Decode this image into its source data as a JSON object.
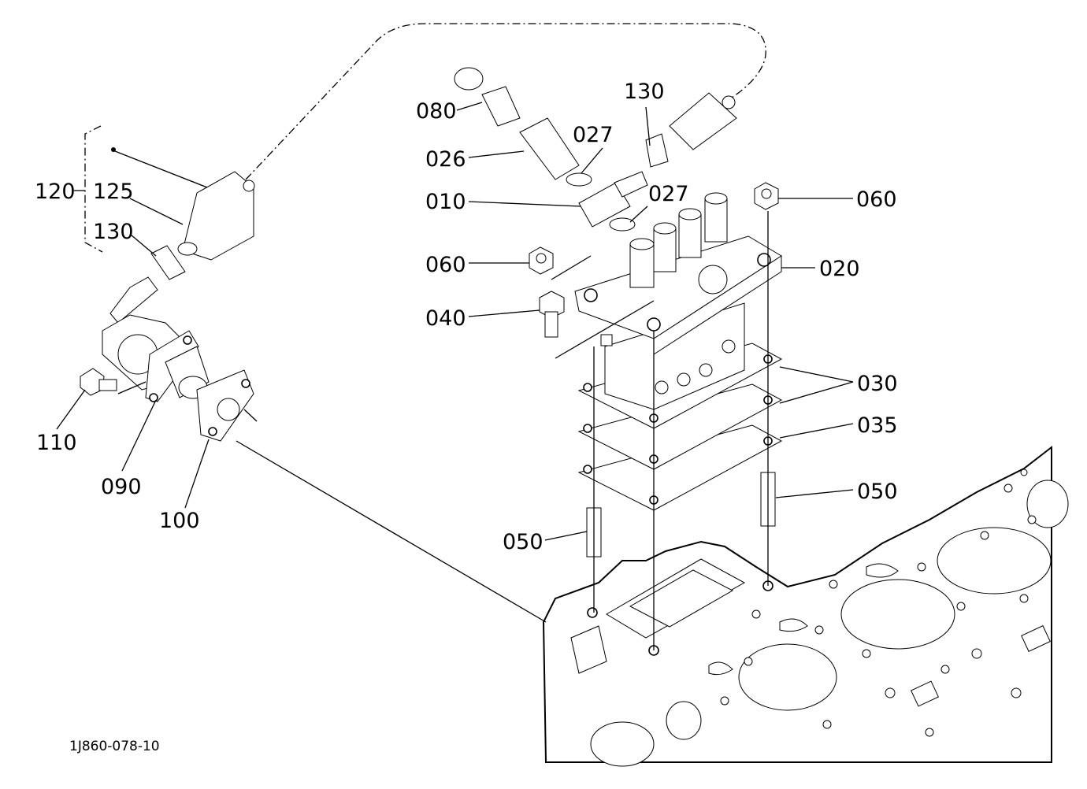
{
  "document_id": "1J860-078-10",
  "labels": {
    "p080": "080",
    "p130_top": "130",
    "p027_a": "027",
    "p026": "026",
    "p010": "010",
    "p027_b": "027",
    "p060_right": "060",
    "p060_left": "060",
    "p020": "020",
    "p040": "040",
    "p030": "030",
    "p035": "035",
    "p050_right": "050",
    "p050_left": "050",
    "p120": "120",
    "p125": "125",
    "p130_left": "130",
    "p110": "110",
    "p090": "090",
    "p100": "100"
  }
}
